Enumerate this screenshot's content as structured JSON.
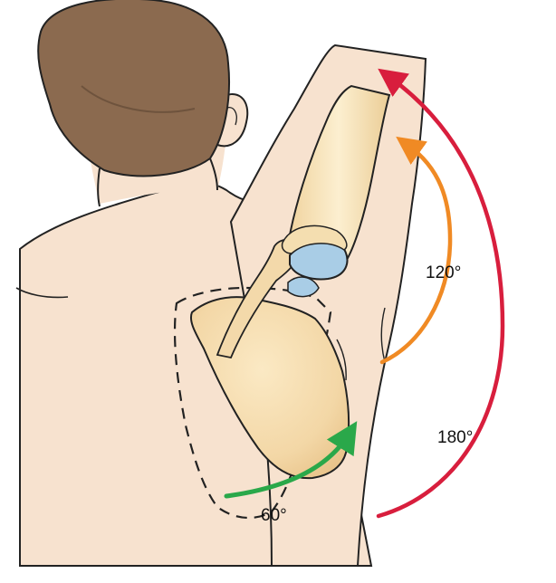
{
  "figure": {
    "labels": {
      "angle_60": "60°",
      "angle_120": "120°",
      "angle_180": "180°"
    },
    "colors": {
      "arrow_60": "#2aa84a",
      "arrow_120": "#f08a24",
      "arrow_180": "#d81e3d",
      "skin": "#f7e2cf",
      "hair": "#8b6a4f",
      "bone": "#f4deb0",
      "cartilage": "#a9cde6",
      "outline": "#222222"
    },
    "icons": {
      "arrow_60": "green-curved-arrow-icon",
      "arrow_120": "orange-curved-arrow-icon",
      "arrow_180": "red-curved-arrow-icon"
    }
  }
}
